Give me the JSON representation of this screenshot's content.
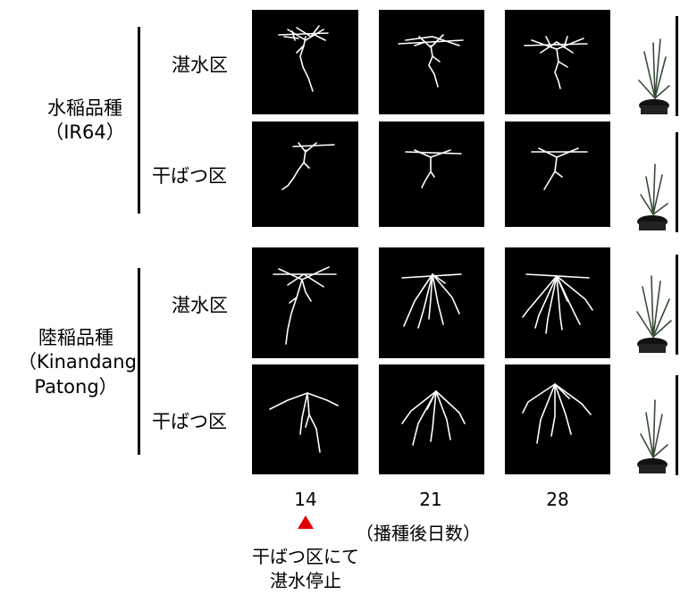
{
  "groups": [
    {
      "name": "水稲品種",
      "cultivar": "（IR64）",
      "cultivar_lines": [
        "（IR64）"
      ]
    },
    {
      "name": "陸稲品種",
      "cultivar": "（Kinandang Patong）",
      "cultivar_lines": [
        "（Kinandang",
        "Patong）"
      ]
    }
  ],
  "treatments": {
    "irrigated": "湛水区",
    "drought": "干ばつ区"
  },
  "days": [
    "14",
    "21",
    "28"
  ],
  "days_caption": "（播種後日数）",
  "marker_note": [
    "干ばつ区にて",
    "湛水停止"
  ],
  "colors": {
    "marker": "#e00000",
    "panel_bg": "#000000",
    "root": "#ffffff"
  }
}
